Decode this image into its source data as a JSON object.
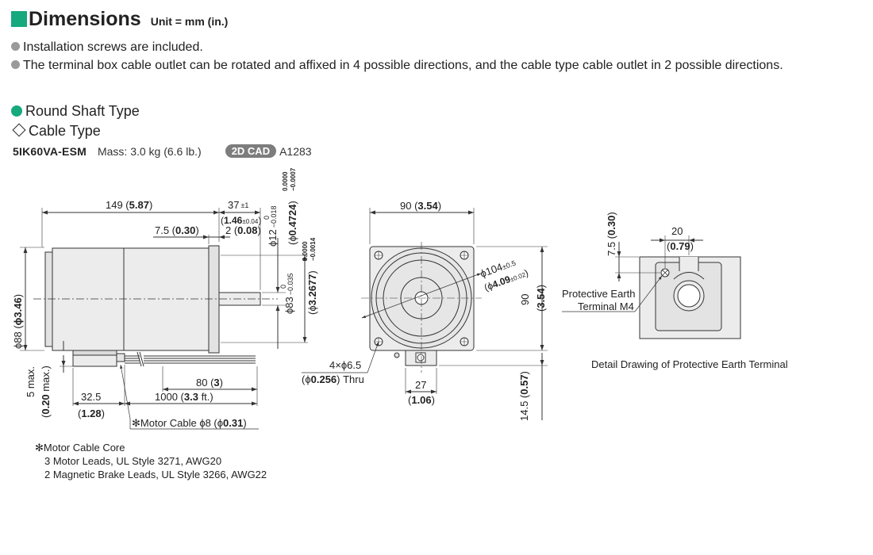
{
  "header": {
    "title": "Dimensions",
    "unit": "Unit = mm (in.)"
  },
  "bullets": [
    "Installation screws are included.",
    "The terminal box cable outlet can be rotated and affixed in 4 possible directions, and the cable type cable outlet in 2 possible directions."
  ],
  "section": {
    "shaft_type": "Round Shaft Type",
    "cable_type": "Cable Type"
  },
  "model": {
    "name": "5IK60VA-ESM",
    "mass": "Mass: 3.0 kg (6.6 lb.)",
    "cad_badge": "2D CAD",
    "cad_id": "A1283"
  },
  "side_view": {
    "len_149": "149 (",
    "len_149_b": "5.87",
    "len_149_c": ")",
    "len_37": "37",
    "len_37_tol": "±1",
    "len_146": "(",
    "len_146_b": "1.46",
    "len_146_tol": "±0.04",
    "len_146_c": ")",
    "len_75": "7.5 (",
    "len_75_b": "0.30",
    "len_75_c": ")",
    "len_2": "2 (",
    "len_2_b": "0.08",
    "len_2_c": ")",
    "shaft_dia": "ϕ12",
    "shaft_dia_tol": "−0.018",
    "shaft_dia_tol0": "0",
    "shaft_in": "(ϕ",
    "shaft_in_b": "0.4724",
    "shaft_in_tol1": "0.0000",
    "shaft_in_tol2": "−0.0007",
    "shaft_in_c": ")",
    "pilot_dia": "ϕ83",
    "pilot_tol": "−0.035",
    "pilot_tol0": "0",
    "pilot_in": "(ϕ",
    "pilot_in_b": "3.2677",
    "pilot_in_tol1": "0.0000",
    "pilot_in_tol2": "−0.0014",
    "pilot_in_c": ")",
    "body_dia": "ϕ88 (",
    "body_dia_b": "ϕ3.46",
    "body_dia_c": ")",
    "max5": "5 max.",
    "max5_in": "(",
    "max5_in_b": "0.20",
    "max5_in_c": " max.)",
    "len_325": "32.5",
    "len_325_in": "(",
    "len_325_in_b": "1.28",
    "len_325_in_c": ")",
    "len_80": "80 (",
    "len_80_b": "3",
    "len_80_c": ")",
    "len_1000": "1000 (",
    "len_1000_b": "3.3",
    "len_1000_c": " ft.)",
    "cable": "✻Motor Cable  ϕ8 (ϕ",
    "cable_b": "0.31",
    "cable_c": ")"
  },
  "front_view": {
    "w90": "90 (",
    "w90_b": "3.54",
    "w90_c": ")",
    "pcd": "ϕ104",
    "pcd_tol": "±0.5",
    "pcd_in": "(ϕ",
    "pcd_in_b": "4.09",
    "pcd_in_tol": "±0.02",
    "pcd_in_c": ")",
    "h90": "90",
    "h90_in": "(",
    "h90_in_b": "3.54",
    "h90_in_c": ")",
    "holes": "4×ϕ6.5",
    "holes_in": "(ϕ",
    "holes_in_b": "0.256",
    "holes_in_c": ") Thru",
    "w27": "27",
    "w27_in": "(",
    "w27_in_b": "1.06",
    "w27_in_c": ")",
    "h145": "14.5 (",
    "h145_b": "0.57",
    "h145_c": ")"
  },
  "detail_view": {
    "v75": "7.5 (",
    "v75_b": "0.30",
    "v75_c": ")",
    "w20": "20",
    "w20_in": "(",
    "w20_in_b": "0.79",
    "w20_in_c": ")",
    "pe_line1": "Protective Earth",
    "pe_line2": "Terminal M4",
    "caption": "Detail Drawing of Protective Earth Terminal"
  },
  "notes": {
    "title": "✻Motor Cable Core",
    "line1": "3 Motor Leads, UL Style 3271, AWG20",
    "line2": "2 Magnetic Brake Leads, UL Style 3266, AWG22"
  }
}
